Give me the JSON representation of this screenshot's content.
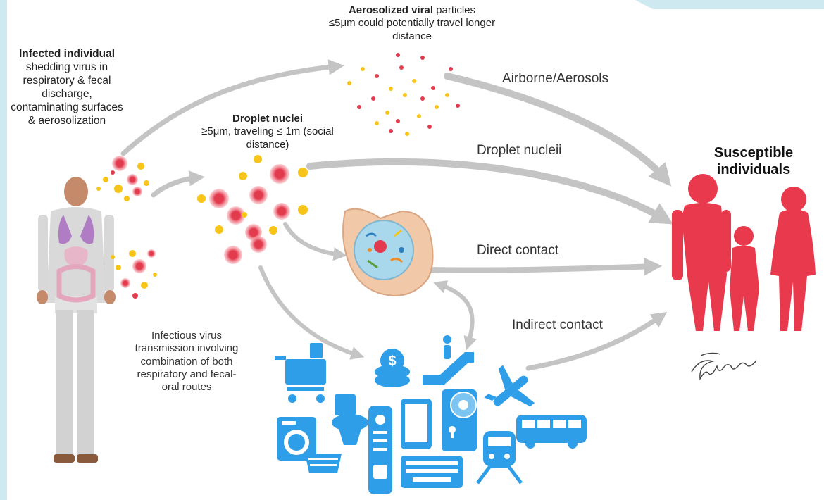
{
  "source": {
    "title_bold": "Infected individual",
    "description": "shedding virus in respiratory & fecal discharge, contaminating surfaces & aerosolization"
  },
  "aerosol": {
    "title_bold": "Aerosolized viral",
    "title_rest": " particles",
    "detail": "≤5μm could potentially travel longer distance"
  },
  "droplet": {
    "title_bold": "Droplet nuclei",
    "detail": "≥5μm, traveling ≤ 1m (social distance)"
  },
  "routes": {
    "airborne": "Airborne/Aerosols",
    "droplet_nuclei": "Droplet nucleii",
    "direct": "Direct contact",
    "indirect": "Indirect contact"
  },
  "combination_note": "Infectious virus transmission involving combination of both respiratory and fecal-oral routes",
  "target": {
    "title": "Susceptible individuals"
  },
  "colors": {
    "virus_red": "#e33b4e",
    "particle_yellow": "#f7c51a",
    "people_red": "#e8394d",
    "fomite_blue": "#2f9ee8",
    "arrow_gray": "#c4c4c4",
    "frame_blue": "#cfe9f1"
  },
  "icons": [
    "shopping-cart-icon",
    "coins-icon",
    "escalator-icon",
    "airplane-icon",
    "washing-machine-icon",
    "laundry-basket-icon",
    "toilet-icon",
    "tv-remote-icon",
    "smartphone-icon",
    "door-knob-icon",
    "keyboard-icon",
    "train-icon",
    "bus-icon",
    "hand-with-microbes-icon",
    "infected-person-icon",
    "family-silhouette-icon",
    "signature-icon"
  ]
}
